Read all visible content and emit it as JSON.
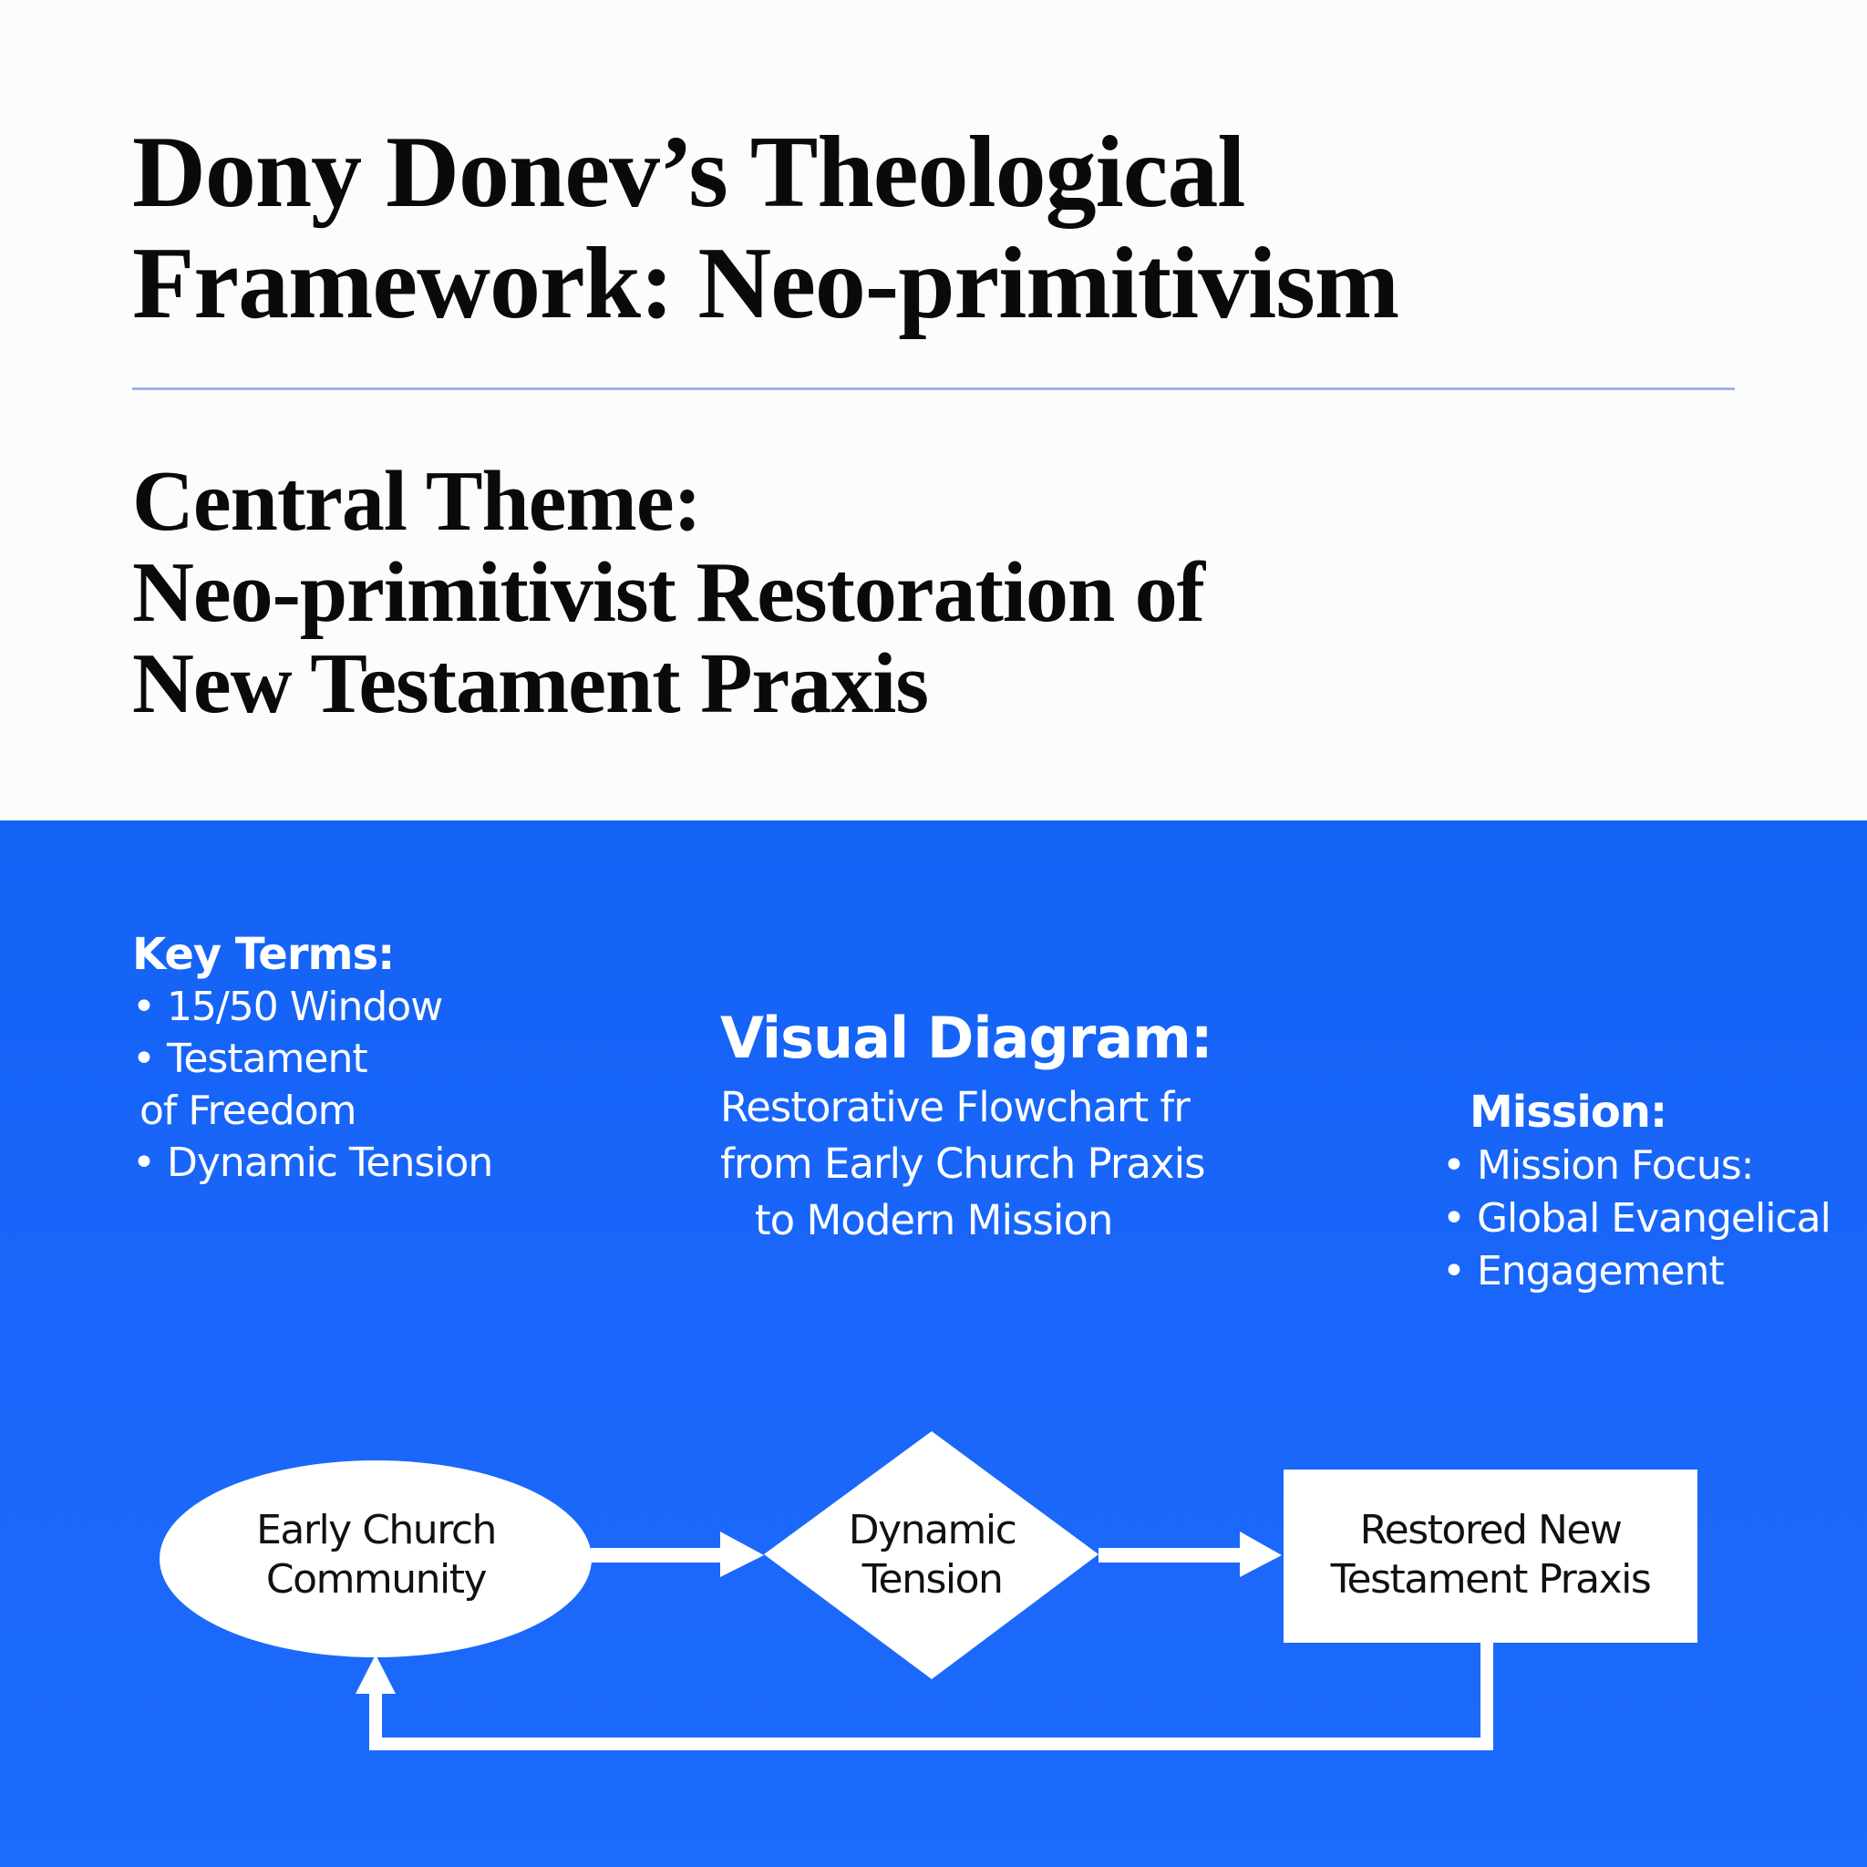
{
  "header": {
    "title_lines": [
      "Dony Donev’s Theological",
      "Framework: Neo-primitivism"
    ]
  },
  "central_theme": {
    "lines": [
      "Central Theme:",
      "Neo-primitivist Restoration of",
      "New Testament Praxis"
    ]
  },
  "key_terms": {
    "heading": "Key Terms:",
    "lines": [
      "• 15/50 Window",
      "• Testament",
      "of Freedom",
      "• Dynamic Tension"
    ]
  },
  "visual_diagram": {
    "heading": "Visual Diagram:",
    "lines": [
      "Restorative Flowchart fr",
      "from Early Church Praxis",
      "to Modern Mission"
    ]
  },
  "mission": {
    "heading": "Mission:",
    "lines": [
      "• Mission Focus:",
      "• Global Evangelical",
      "• Engagement"
    ]
  },
  "flowchart": {
    "nodes": [
      {
        "shape": "ellipse",
        "lines": [
          "Early Church",
          "Community"
        ]
      },
      {
        "shape": "diamond",
        "lines": [
          "Dynamic",
          "Tension"
        ]
      },
      {
        "shape": "rectangle",
        "lines": [
          "Restored New",
          "Testament Praxis"
        ]
      }
    ],
    "edges": [
      {
        "from": "Early Church Community",
        "to": "Dynamic Tension"
      },
      {
        "from": "Dynamic Tension",
        "to": "Restored New Testament Praxis"
      },
      {
        "from": "Restored New Testament Praxis",
        "to": "Early Church Community",
        "type": "feedback-loop"
      }
    ]
  },
  "colors": {
    "background_top": "#fbfcfc",
    "background_bottom": "#1a66fa",
    "divider": "#9fb2e6",
    "text_dark": "#0a0a0a",
    "text_light": "#ffffff"
  }
}
